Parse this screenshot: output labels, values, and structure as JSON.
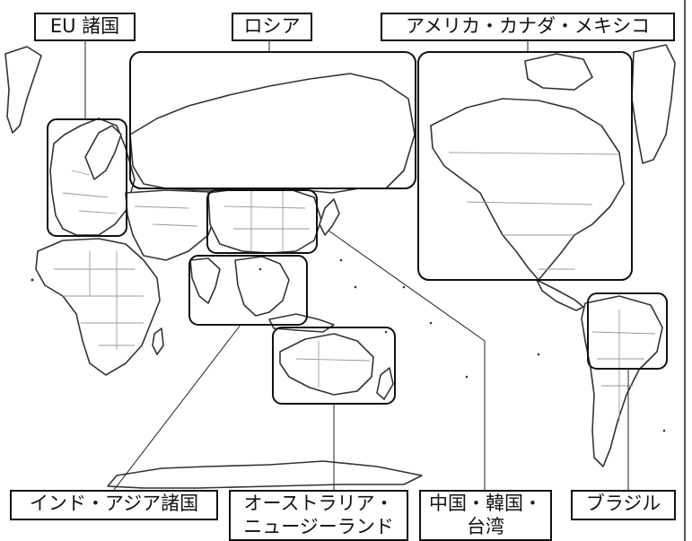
{
  "map": {
    "regions": [
      {
        "id": "eu",
        "label": "EU 諸国"
      },
      {
        "id": "russia",
        "label": "ロシア"
      },
      {
        "id": "north-america",
        "label": "アメリカ・カナダ・メキシコ"
      },
      {
        "id": "india-asia",
        "label": "インド・アジア諸国"
      },
      {
        "id": "oceania",
        "label_line1": "オーストラリア・",
        "label_line2": "ニュージーランド"
      },
      {
        "id": "china-korea-taiwan",
        "label_line1": "中国・韓国・",
        "label_line2": "台湾"
      },
      {
        "id": "brazil",
        "label": "ブラジル"
      }
    ]
  }
}
